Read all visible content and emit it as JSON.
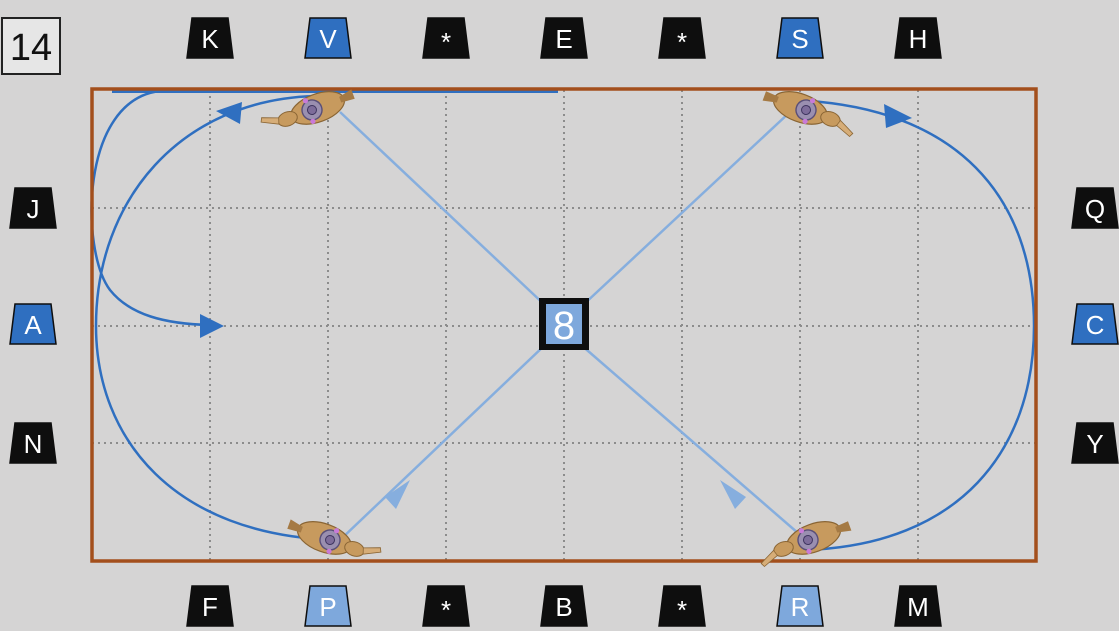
{
  "page_number": "14",
  "center_marker": "8",
  "colors": {
    "background": "#d5d4d4",
    "arena_border": "#a34f1c",
    "grid": "#8c8c8c",
    "track": "#2f6fc0",
    "diagonal": "#86aede",
    "marker_black": "#0e0e0e",
    "marker_blue": "#2f6fc0",
    "marker_light_blue": "#7ea8dc",
    "horse": "#c79a5e"
  },
  "markers": {
    "top": [
      {
        "label": "K",
        "style": "black"
      },
      {
        "label": "V",
        "style": "blue"
      },
      {
        "label": "*",
        "style": "black"
      },
      {
        "label": "E",
        "style": "black"
      },
      {
        "label": "*",
        "style": "black"
      },
      {
        "label": "S",
        "style": "blue"
      },
      {
        "label": "H",
        "style": "black"
      }
    ],
    "bottom": [
      {
        "label": "F",
        "style": "black"
      },
      {
        "label": "P",
        "style": "light-blue"
      },
      {
        "label": "*",
        "style": "black"
      },
      {
        "label": "B",
        "style": "black"
      },
      {
        "label": "*",
        "style": "black"
      },
      {
        "label": "R",
        "style": "light-blue"
      },
      {
        "label": "M",
        "style": "black"
      }
    ],
    "left": [
      {
        "label": "J",
        "style": "black"
      },
      {
        "label": "A",
        "style": "blue"
      },
      {
        "label": "N",
        "style": "black"
      }
    ],
    "right": [
      {
        "label": "Q",
        "style": "black"
      },
      {
        "label": "C",
        "style": "blue"
      },
      {
        "label": "Y",
        "style": "black"
      }
    ]
  },
  "horses": [
    {
      "id": "horse-top-left",
      "icon": "horse-rider-icon"
    },
    {
      "id": "horse-top-right",
      "icon": "horse-rider-icon"
    },
    {
      "id": "horse-bottom-left",
      "icon": "horse-rider-icon"
    },
    {
      "id": "horse-bottom-right",
      "icon": "horse-rider-icon"
    }
  ]
}
